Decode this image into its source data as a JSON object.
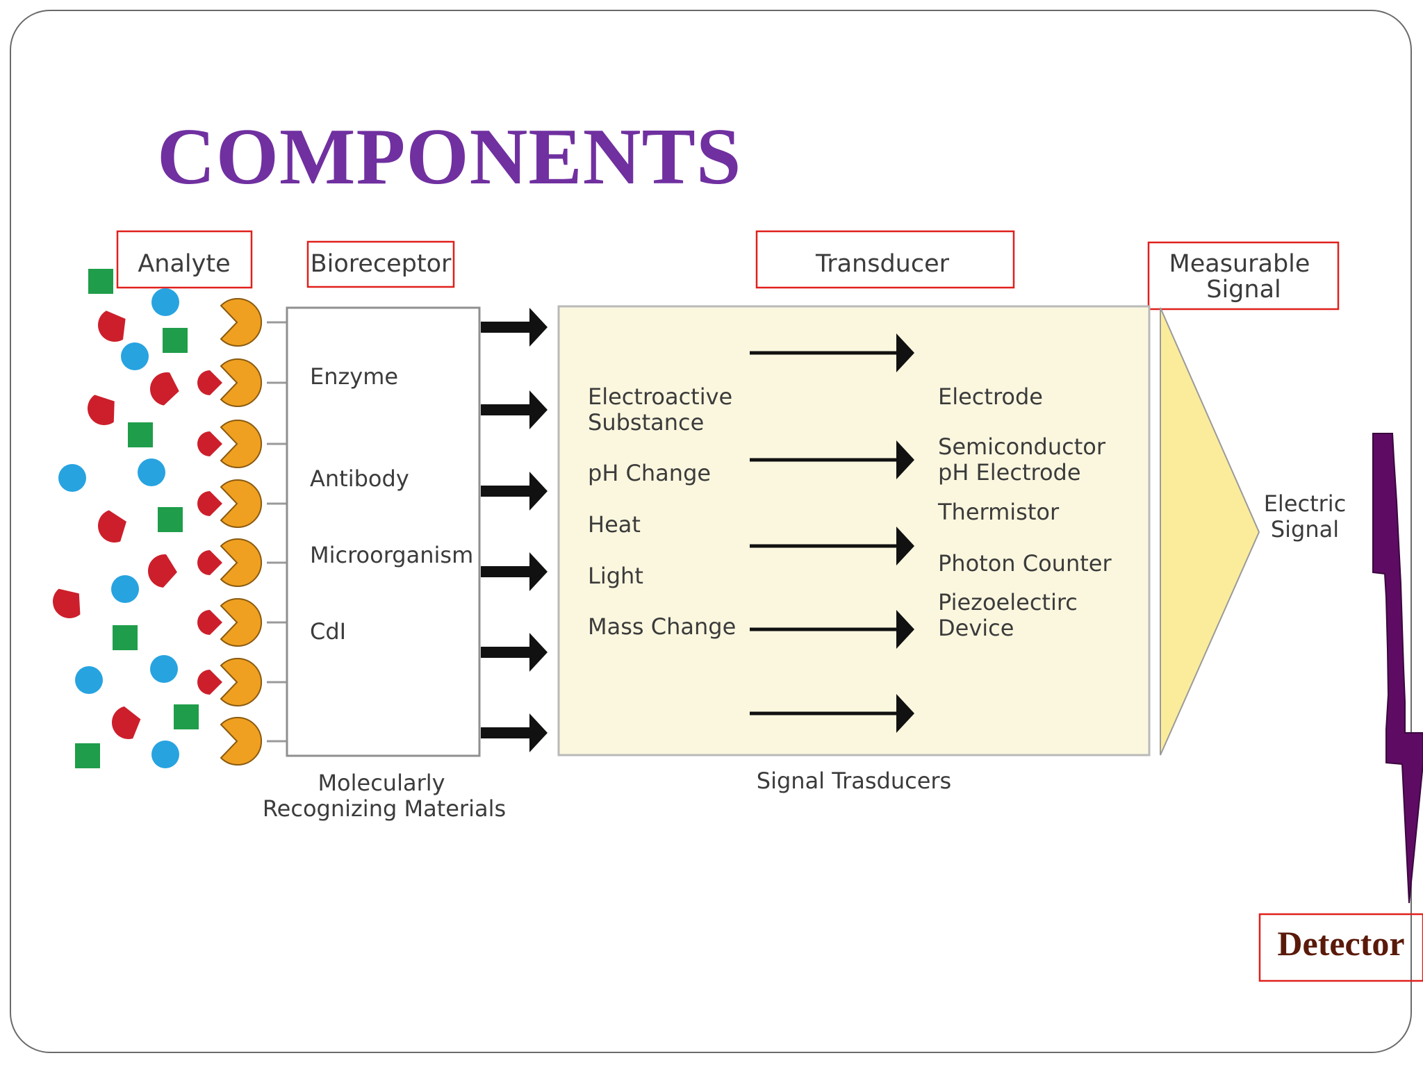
{
  "slide": {
    "title": "COMPONENTS",
    "title_color": "#7030a0"
  },
  "diagram": {
    "stage_labels": {
      "analyte": "Analyte",
      "bioreceptor": "Bioreceptor",
      "transducer": "Transducer",
      "measurable_signal_line1": "Measurable",
      "measurable_signal_line2": "Signal"
    },
    "bioreceptor_types": [
      "Enzyme",
      "Antibody",
      "Microorganism",
      "CdI"
    ],
    "bioreceptor_caption_line1": "Molecularly",
    "bioreceptor_caption_line2": "Recognizing Materials",
    "transducer_inputs": [
      {
        "line1": "Electroactive",
        "line2": "Substance"
      },
      {
        "line1": "pH Change"
      },
      {
        "line1": "Heat"
      },
      {
        "line1": "Light"
      },
      {
        "line1": "Mass Change"
      }
    ],
    "transducer_outputs": [
      {
        "line1": "Electrode"
      },
      {
        "line1": "Semiconductor",
        "line2": "pH Electrode"
      },
      {
        "line1": "Thermistor"
      },
      {
        "line1": "Photon Counter"
      },
      {
        "line1": "Piezoelectirc",
        "line2": "Device"
      }
    ],
    "transducer_caption": "Signal Trasducers",
    "signal_output_line1": "Electric",
    "signal_output_line2": "Signal",
    "detector_label": "Detector",
    "colors": {
      "highlight_box": "#e0201c",
      "analyte_square": "#1f9d4a",
      "analyte_circle": "#27a3e0",
      "analyte_wedge": "#cc1f2b",
      "receptor": "#f0a020",
      "transducer_fill": "#fbf7df",
      "signal_fill": "#fbec9c",
      "detector_arrow": "#5e0c63",
      "detector_text": "#5a1a0a"
    }
  }
}
